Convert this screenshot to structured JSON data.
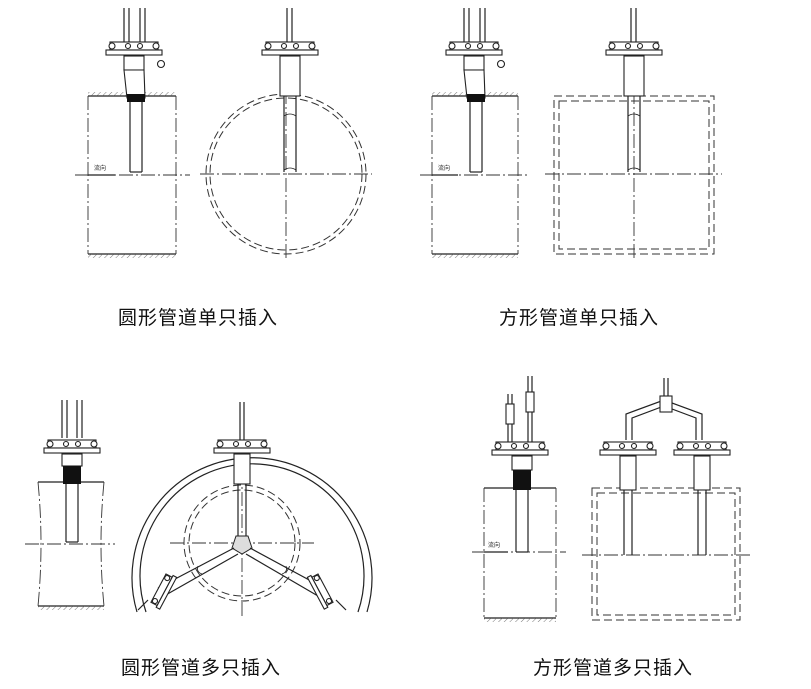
{
  "captions": {
    "round_single": "圆形管道单只插入",
    "square_single": "方形管道单只插入",
    "round_multi": "圆形管道多只插入",
    "square_multi": "方形管道多只插入"
  },
  "flow_label": "流向"
}
